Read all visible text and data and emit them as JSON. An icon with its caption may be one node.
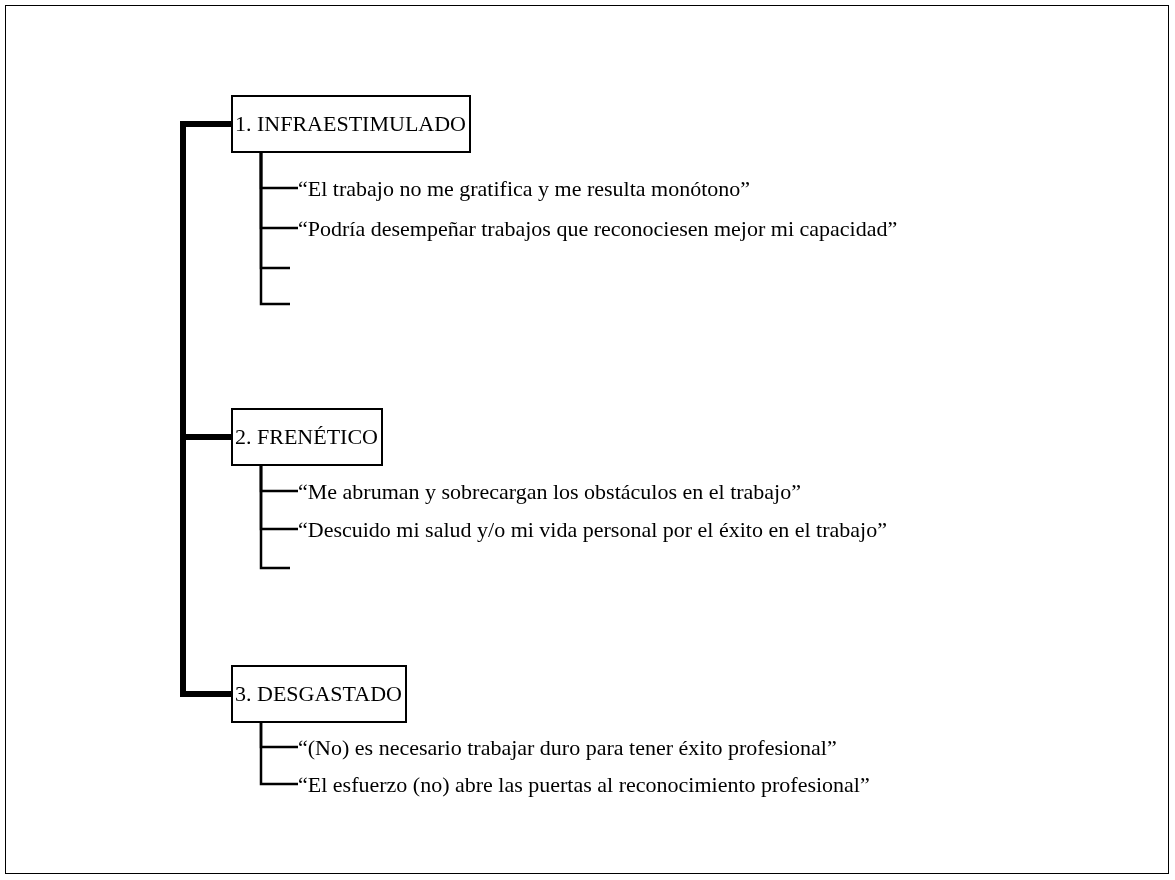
{
  "diagram": {
    "nodes": [
      {
        "text": [
          "1. INFRAESTIMULADO"
        ]
      },
      {
        "text": [
          "“El trabajo no me gratifica y me resulta monótono”"
        ]
      },
      {
        "text": [
          "“Podría desempeñar trabajos que reconociesen mejor mi capacidad”"
        ]
      },
      {
        "text": [
          "2. FRENÉTICO"
        ]
      },
      {
        "text": [
          "“Me abruman y sobrecargan los obstáculos en el trabajo”"
        ]
      },
      {
        "text": [
          "“Descuido mi salud y/o mi vida personal por el éxito en el trabajo”"
        ]
      },
      {
        "text": [
          "3. DESGASTADO"
        ]
      },
      {
        "text": [
          "“(No) es necesario trabajar duro para tener éxito profesional”"
        ]
      },
      {
        "text": [
          "“El esfuerzo (no) abre las puertas al reconocimiento profesional”"
        ]
      }
    ],
    "edges": [
      {
        "from": 0,
        "to": 3,
        "arrow": "none",
        "style": "thick"
      },
      {
        "from": 0,
        "to": 6,
        "arrow": "none",
        "style": "thick"
      },
      {
        "from": 0,
        "to": 1,
        "arrow": "none"
      },
      {
        "from": 0,
        "to": 2,
        "arrow": "none"
      },
      {
        "from": 0,
        "to": null,
        "arrow": "none"
      },
      {
        "from": 0,
        "to": null,
        "arrow": "none"
      },
      {
        "from": 3,
        "to": 4,
        "arrow": "none"
      },
      {
        "from": 3,
        "to": 5,
        "arrow": "none"
      },
      {
        "from": 3,
        "to": null,
        "arrow": "none"
      },
      {
        "from": 6,
        "to": 7,
        "arrow": "none"
      },
      {
        "from": 6,
        "to": 8,
        "arrow": "none"
      }
    ]
  }
}
